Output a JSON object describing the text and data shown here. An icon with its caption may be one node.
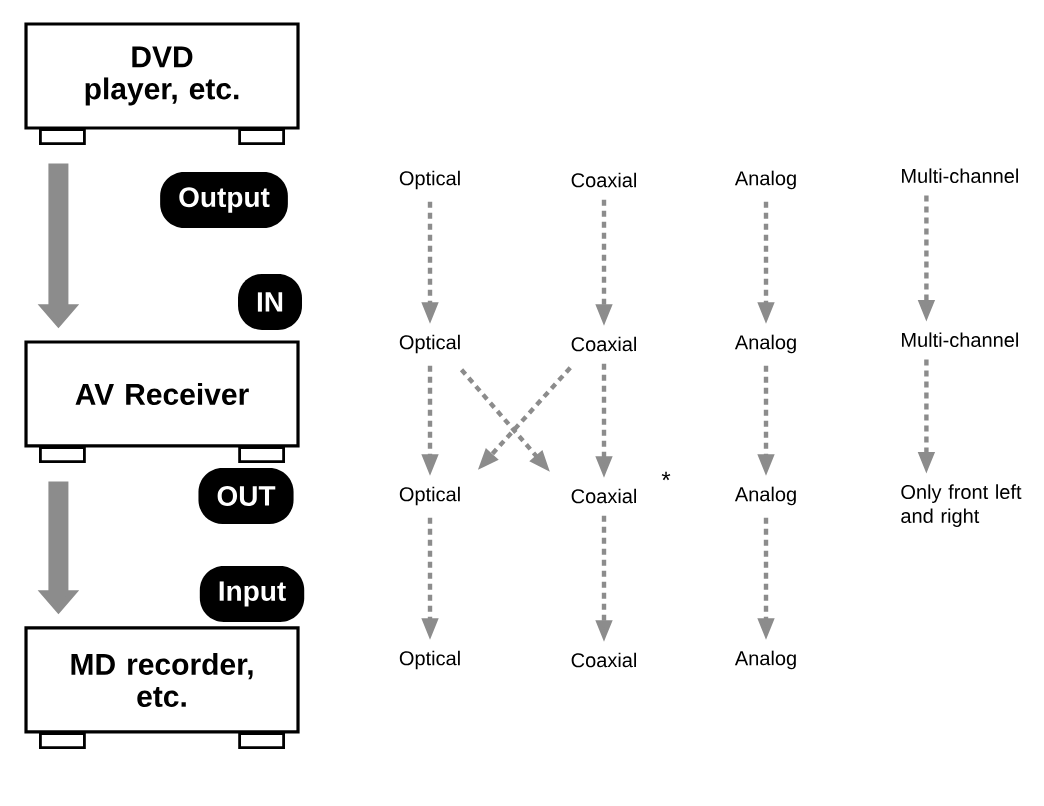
{
  "diagram": {
    "nodes": [
      {
        "text": [
          "DVD player, etc."
        ]
      },
      {
        "text": [
          "Output"
        ]
      },
      {
        "text": [
          "Optical"
        ]
      },
      {
        "text": [
          "Coaxial"
        ]
      },
      {
        "text": [
          "Analog"
        ]
      },
      {
        "text": [
          "Multi-channel"
        ]
      },
      {
        "text": [
          "IN"
        ]
      },
      {
        "text": [
          "Optical"
        ]
      },
      {
        "text": [
          "Coaxial"
        ]
      },
      {
        "text": [
          "Analog"
        ]
      },
      {
        "text": [
          "Multi-channel"
        ]
      },
      {
        "text": [
          "AV Receiver"
        ]
      },
      {
        "text": [
          "OUT"
        ]
      },
      {
        "text": [
          "Optical"
        ]
      },
      {
        "text": [
          "Coaxial"
        ]
      },
      {
        "text": [
          "Analog"
        ]
      },
      {
        "text": [
          "Only front left and right"
        ]
      },
      {
        "text": [
          "Input"
        ]
      },
      {
        "text": [
          "MD recorder, etc."
        ]
      },
      {
        "text": [
          "Optical"
        ]
      },
      {
        "text": [
          "Coaxial"
        ]
      },
      {
        "text": [
          "Analog"
        ]
      }
    ],
    "edges": [
      {
        "from": 0,
        "to": 11,
        "arrow": "to",
        "style": "thick"
      },
      {
        "from": 11,
        "to": 18,
        "arrow": "to",
        "style": "thick"
      },
      {
        "from": 2,
        "to": 7,
        "arrow": "to",
        "style": "dashed"
      },
      {
        "from": 3,
        "to": 8,
        "arrow": "to",
        "style": "dashed"
      },
      {
        "from": 4,
        "to": 9,
        "arrow": "to",
        "style": "dashed"
      },
      {
        "from": 5,
        "to": 10,
        "arrow": "to",
        "style": "dashed"
      },
      {
        "from": 7,
        "to": 13,
        "arrow": "to",
        "style": "dashed"
      },
      {
        "from": 7,
        "to": 14,
        "arrow": "to",
        "style": "dashed"
      },
      {
        "from": 8,
        "to": 13,
        "arrow": "to",
        "style": "dashed"
      },
      {
        "from": 8,
        "to": 14,
        "arrow": "to",
        "style": "dashed"
      },
      {
        "from": 9,
        "to": 15,
        "arrow": "to",
        "style": "dashed"
      },
      {
        "from": 10,
        "to": 16,
        "arrow": "to",
        "style": "dashed"
      },
      {
        "from": 13,
        "to": 19,
        "arrow": "to",
        "style": "dashed"
      },
      {
        "from": 14,
        "to": 20,
        "arrow": "to",
        "style": "dashed"
      },
      {
        "from": 15,
        "to": 21,
        "arrow": "to",
        "style": "dashed"
      }
    ],
    "labels": [
      "*"
    ]
  }
}
